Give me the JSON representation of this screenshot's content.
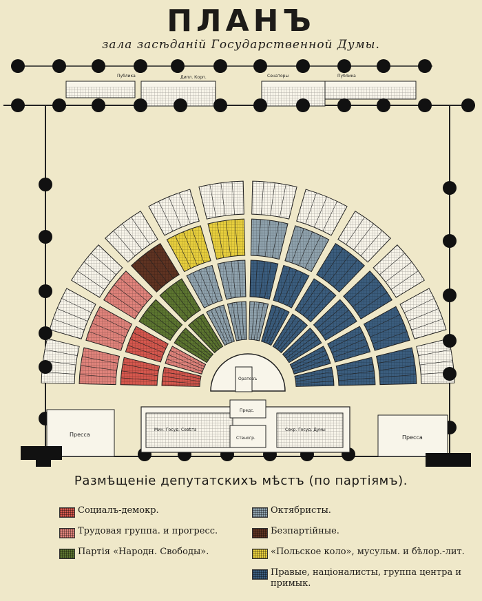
{
  "header": {
    "title": "ПЛАНЪ",
    "subtitle": "зала засѣданій Государственной Думы."
  },
  "plan_labels": {
    "public_left": "Публика",
    "diplomatic_box": "Дипл. Корп.",
    "senators_box": "Сенаторы",
    "public_right": "Публика",
    "press_left": "Пресса",
    "press_right": "Пресса",
    "rostrum": "Ораторъ",
    "chair": "Предс.",
    "ministers": "Мин. Госуд. Совѣта",
    "secretaries": "Секр. Госуд. Думы",
    "stenographers": "Стеногр."
  },
  "legend_heading": "Размѣщеніе депутатскихъ мѣстъ (по партіямъ).",
  "colors": {
    "background": "#efe8c9",
    "social_democrats": "#d4574d",
    "trudoviks": "#e0837b",
    "kadets": "#5c7530",
    "octobrists": "#8fa2ad",
    "non_party": "#5e3322",
    "polish_kolo": "#e8cf3d",
    "rights": "#3b5d7e",
    "empty": "#f8f5ea"
  },
  "legend": [
    {
      "label": "Социалъ-демокр.",
      "color_key": "social_democrats"
    },
    {
      "label": "Трудовая группа. и прогресс.",
      "color_key": "trudoviks"
    },
    {
      "label": "Партія «Народн. Свободы».",
      "color_key": "kadets"
    },
    {
      "label": "Октябристы.",
      "color_key": "octobrists"
    },
    {
      "label": "Безпартійные.",
      "color_key": "non_party"
    },
    {
      "label": "«Польское коло», мусульм. и бѣлор.-лит.",
      "color_key": "polish_kolo"
    },
    {
      "label": "Правые, націоналисты, группа центра и примык.",
      "color_key": "rights"
    }
  ],
  "seating": {
    "sectors": 12,
    "rings": 4,
    "party_sectors": [
      [
        "social_democrats",
        "social_democrats",
        "trudoviks",
        "empty"
      ],
      [
        "trudoviks",
        "social_democrats",
        "trudoviks",
        "empty"
      ],
      [
        "kadets",
        "kadets",
        "trudoviks",
        "empty"
      ],
      [
        "kadets",
        "kadets",
        "non_party",
        "empty"
      ],
      [
        "octobrists",
        "octobrists",
        "polish_kolo",
        "empty"
      ],
      [
        "octobrists",
        "octobrists",
        "polish_kolo",
        "empty"
      ],
      [
        "octobrists",
        "rights",
        "octobrists",
        "empty"
      ],
      [
        "rights",
        "rights",
        "octobrists",
        "empty"
      ],
      [
        "rights",
        "rights",
        "rights",
        "empty"
      ],
      [
        "rights",
        "rights",
        "rights",
        "empty"
      ],
      [
        "rights",
        "rights",
        "rights",
        "empty"
      ],
      [
        "rights",
        "rights",
        "rights",
        "empty"
      ]
    ]
  }
}
